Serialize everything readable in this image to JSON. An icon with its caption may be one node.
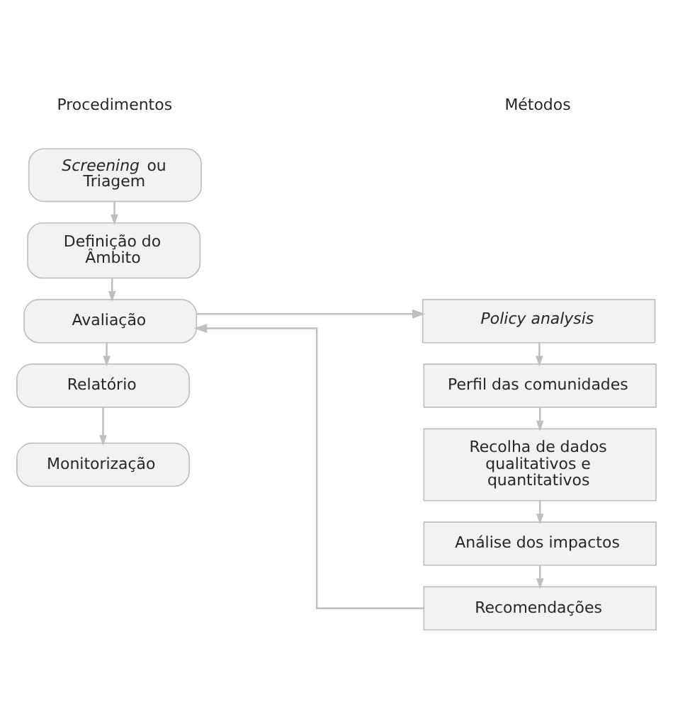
{
  "diagram": {
    "nodes": [
      {
        "text": [
          "*Screening* ou Triagem"
        ]
      },
      {
        "text": [
          "Definição do Âmbito"
        ]
      },
      {
        "text": [
          "Avaliação"
        ]
      },
      {
        "text": [
          "Relatório"
        ]
      },
      {
        "text": [
          "Monitorização"
        ]
      },
      {
        "text": [
          "Policy analysis"
        ]
      },
      {
        "text": [
          "Perfil das comunidades"
        ]
      },
      {
        "text": [
          "Recolha de dados qualitativos e quantitativos"
        ]
      },
      {
        "text": [
          "Análise dos impactos"
        ]
      },
      {
        "text": [
          "Recomendações"
        ]
      }
    ],
    "edges": [
      {
        "from": 0,
        "to": 1,
        "arrow": "to"
      },
      {
        "from": 1,
        "to": 2,
        "arrow": "to"
      },
      {
        "from": 2,
        "to": 3,
        "arrow": "to"
      },
      {
        "from": 3,
        "to": 4,
        "arrow": "to"
      },
      {
        "from": 5,
        "to": 6,
        "arrow": "to"
      },
      {
        "from": 6,
        "to": 7,
        "arrow": "to"
      },
      {
        "from": 7,
        "to": 8,
        "arrow": "to"
      },
      {
        "from": 8,
        "to": 9,
        "arrow": "to"
      },
      {
        "from": 2,
        "to": 5,
        "arrow": "to"
      },
      {
        "from": 9,
        "to": 2,
        "arrow": "to"
      }
    ],
    "labels": [
      "Procedimentos",
      "Métodos"
    ]
  }
}
